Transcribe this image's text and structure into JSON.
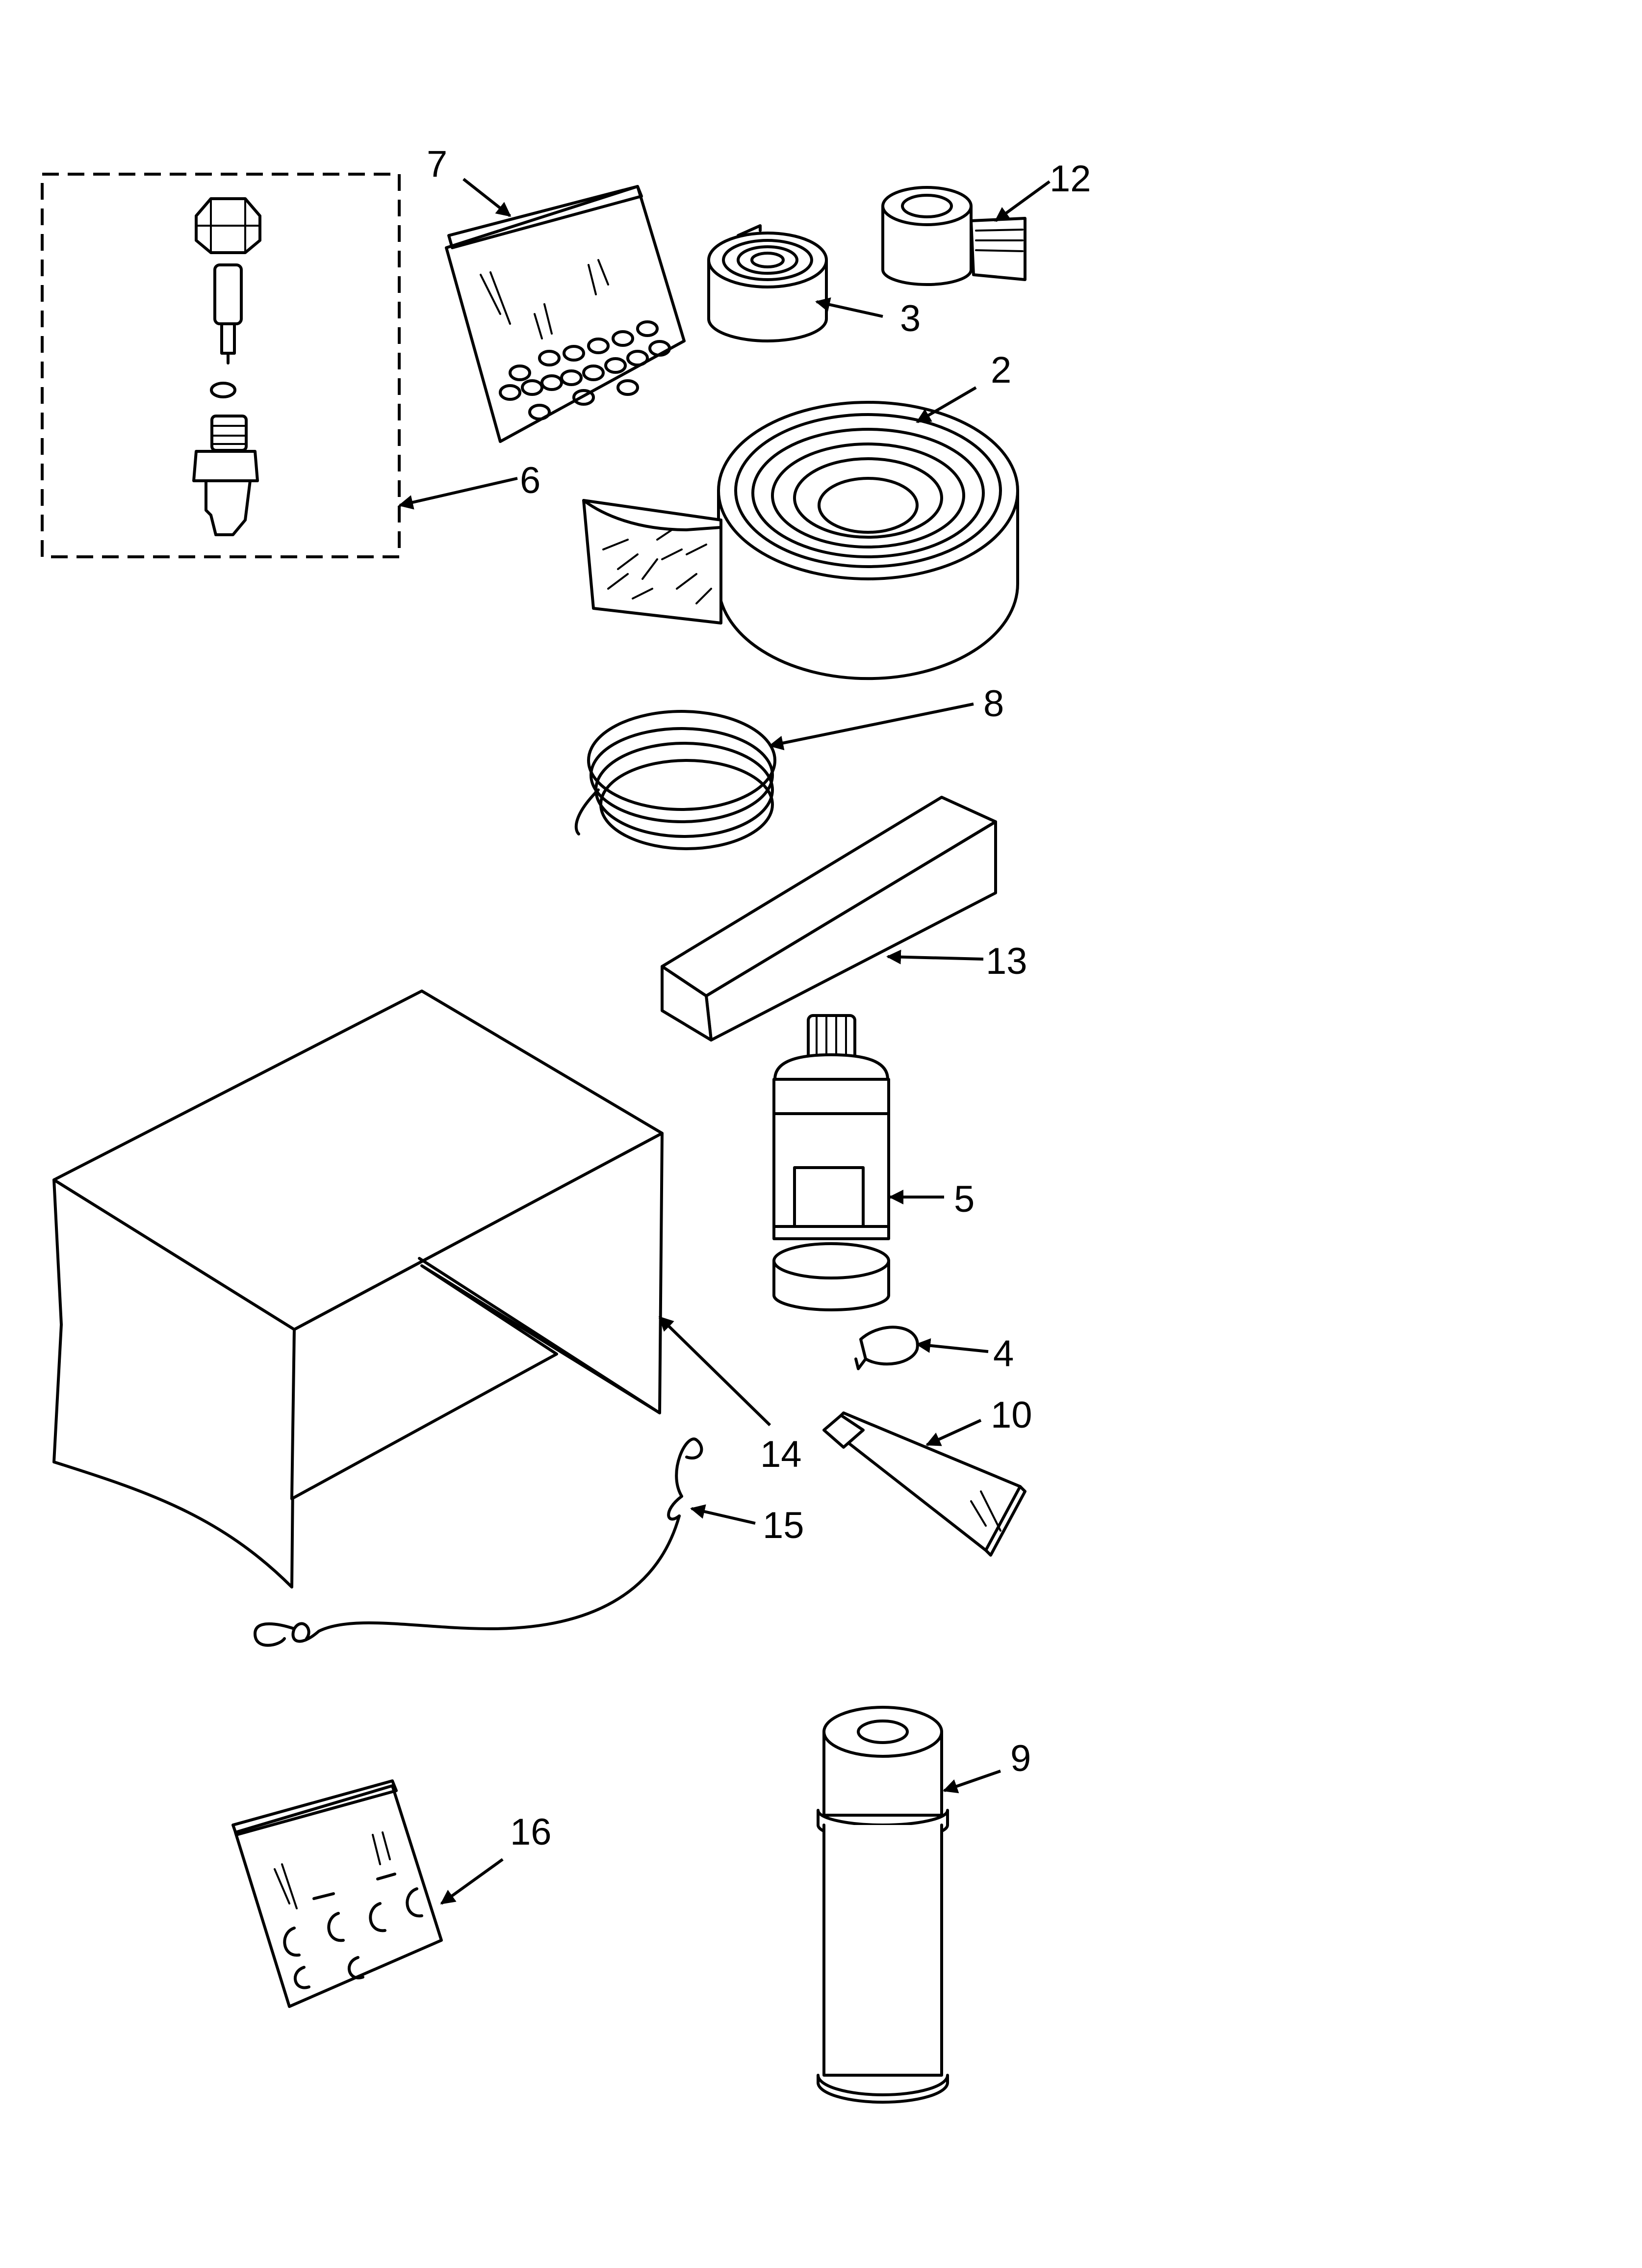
{
  "callouts": {
    "c6": "6",
    "c7": "7",
    "c12": "12",
    "c3": "3",
    "c2": "2",
    "c8": "8",
    "c13": "13",
    "c5": "5",
    "c4": "4",
    "c10": "10",
    "c14": "14",
    "c15": "15",
    "c9": "9",
    "c16": "16"
  },
  "colors": {
    "line": "#000000",
    "background": "#ffffff"
  }
}
